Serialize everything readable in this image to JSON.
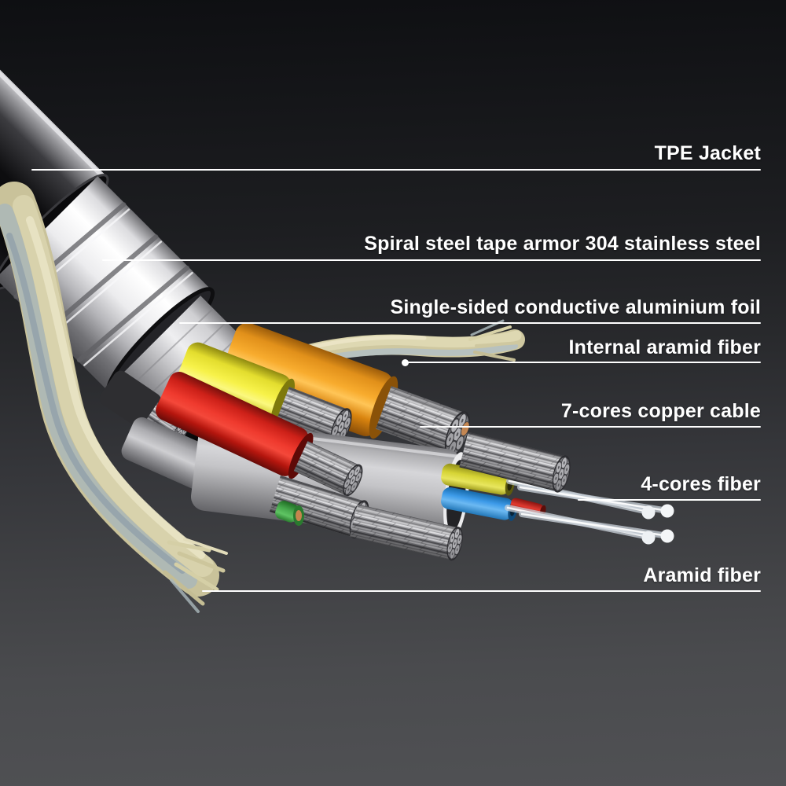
{
  "annotations": [
    {
      "id": "tpe-jacket",
      "label": "TPE Jacket"
    },
    {
      "id": "spiral-steel-armor",
      "label": "Spiral steel tape armor 304 stainless steel"
    },
    {
      "id": "aluminium-foil",
      "label": "Single-sided conductive aluminium foil"
    },
    {
      "id": "internal-aramid-fiber",
      "label": "Internal aramid fiber"
    },
    {
      "id": "copper-cable",
      "label": "7-cores copper cable"
    },
    {
      "id": "four-cores-fiber",
      "label": "4-cores fiber"
    },
    {
      "id": "aramid-fiber",
      "label": "Aramid fiber"
    }
  ],
  "style": {
    "label_color": "#ffffff",
    "leader_line_color": "#ffffff",
    "background_top": "#0e0f12",
    "background_bottom": "#505154"
  },
  "cable": {
    "parts": [
      {
        "name": "TPE jacket",
        "color": "#0d0d0f"
      },
      {
        "name": "Spiral steel tape armor",
        "color": "#e8e8eb"
      },
      {
        "name": "Aluminium foil",
        "color": "#d6d6d9"
      },
      {
        "name": "Internal aramid fiber",
        "color": "#d5cfa6"
      },
      {
        "name": "Copper wire insulation",
        "colors": [
          "#f8ac2e",
          "#f7f24a",
          "#ef3a2e"
        ]
      },
      {
        "name": "Copper strands",
        "color": "#aeaeb2"
      },
      {
        "name": "Fiber sheath",
        "color": "#c4c4c7"
      },
      {
        "name": "Fiber tubes",
        "colors": [
          "#d6d435",
          "#46a84c",
          "#3d9be9",
          "#e03a30"
        ]
      },
      {
        "name": "Optical fiber",
        "color": "#dfe6ec"
      },
      {
        "name": "Aramid fiber",
        "color": "#cdc69c"
      }
    ]
  }
}
